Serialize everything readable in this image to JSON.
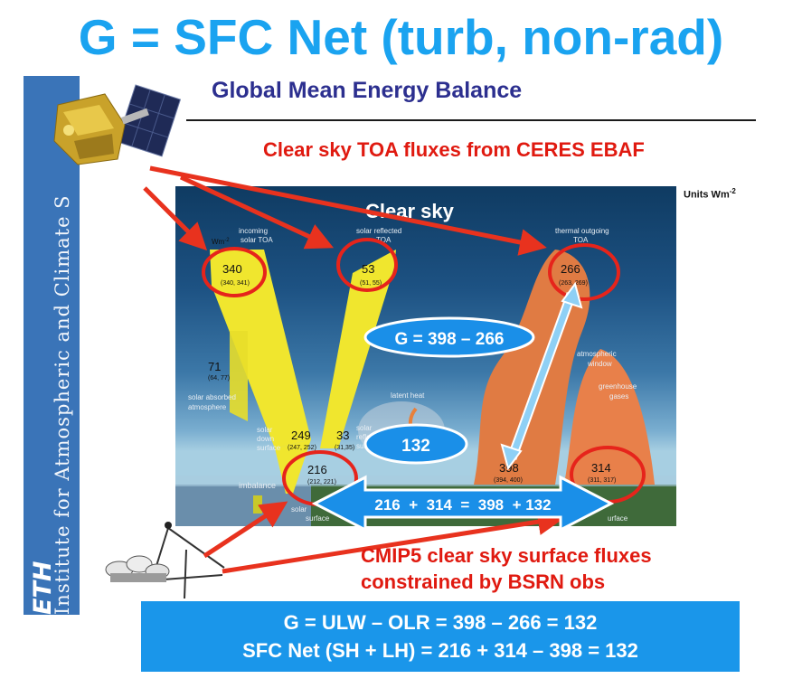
{
  "title": "G = SFC Net (turb, non-rad)",
  "subtitle": "Global Mean Energy Balance",
  "institute_band": {
    "text": "Institute for Atmospheric and Climate S",
    "logo": "ETH"
  },
  "annotations": {
    "red_top": "Clear sky TOA fluxes from CERES EBAF",
    "red_bottom_line1": "CMIP5 clear sky surface fluxes",
    "red_bottom_line2": "constrained by BSRN obs",
    "units": "Units Wm",
    "units_sup": "-2"
  },
  "diagram": {
    "title": "Clear sky",
    "labels": {
      "incoming_solar": [
        "incoming",
        "solar TOA"
      ],
      "incoming_unit": "Wm",
      "incoming_unit_sup": "-2",
      "solar_reflected": [
        "solar reflected",
        "TOA"
      ],
      "thermal_outgoing": [
        "thermal outgoing",
        "TOA"
      ],
      "solar_absorbed": [
        "solar absorbed",
        "atmosphere"
      ],
      "solar_down": [
        "solar",
        "down",
        "surface"
      ],
      "solar_reflected_surface": [
        "solar",
        "reflec",
        "surfa"
      ],
      "latent_heat": "latent heat",
      "atmospheric_window": [
        "atmospheric",
        "window"
      ],
      "greenhouse_gases": [
        "greenhouse",
        "gases"
      ],
      "imbalance": "imbalance",
      "solar_surface": [
        "solar",
        "surface"
      ],
      "thermal_surface": "urface"
    },
    "values": {
      "incoming_solar": {
        "value": "340",
        "range": "(340, 341)"
      },
      "solar_reflected_toa": {
        "value": "53",
        "range": "(51, 55)"
      },
      "thermal_outgoing_toa": {
        "value": "266",
        "range": "(263, 269)"
      },
      "solar_absorbed_atm": {
        "value": "71",
        "range": "(64, 77)"
      },
      "solar_down_surface": {
        "value": "249",
        "range": "(247, 252)"
      },
      "solar_reflected_surface": {
        "value": "33",
        "range": "(31,35)"
      },
      "solar_absorbed_surface": {
        "value": "216",
        "range": "(212, 221)"
      },
      "surface_lw_up": {
        "value": "398",
        "range": "(394, 400)"
      },
      "surface_lw_down": {
        "value": "314",
        "range": "(311, 317)"
      }
    },
    "callouts": {
      "g_formula": "G = 398 – 266",
      "g_value": "132",
      "surface_equation": "216  +  314  =  398  + 132"
    },
    "colors": {
      "shortwave": "#f0e62e",
      "longwave": "#e8804a",
      "circle": "#e6241b",
      "pointer": "#e8321e",
      "callout_fill": "#1a8fe8",
      "double_arrow": "#8fd0f5"
    }
  },
  "summary": {
    "line1": "G = ULW – OLR = 398 – 266 = 132",
    "line2": "SFC Net (SH + LH) = 216 + 314 – 398 = 132"
  }
}
